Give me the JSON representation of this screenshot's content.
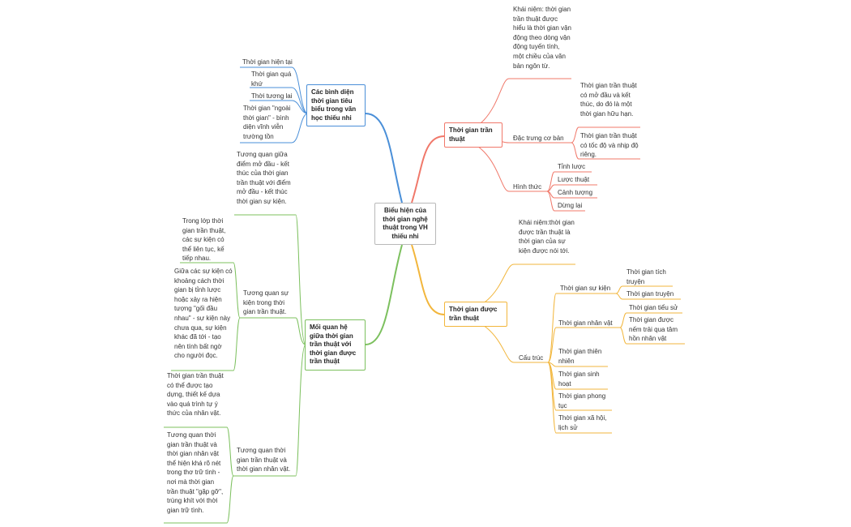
{
  "colors": {
    "red": "#f0786a",
    "blue": "#4a8fd8",
    "green": "#7cc05e",
    "orange": "#f2b63c",
    "center_border": "#b9b9b9"
  },
  "root": "Biểu hiện của thời gian nghệ thuật trong VH thiếu nhi",
  "red": {
    "title": "Thời gian trần thuật",
    "khai_niem": "Khái niệm: thời gian trần thuật được hiểu là thời gian vận động theo dòng vận động tuyến tính, một chiều của văn bản ngôn từ.",
    "dac_trung": "Đặc trưng cơ bản",
    "dac_trung_1": "Thời gian trần thuật có mở đầu và kết thúc, do đó là một thời gian hữu hạn.",
    "dac_trung_2": "Thời gian trần thuật có tốc độ và nhịp độ riêng.",
    "hinh_thuc": "Hình thức",
    "ht_1": "Tỉnh lược",
    "ht_2": "Lược thuật",
    "ht_3": "Cảnh tượng",
    "ht_4": "Dừng lại"
  },
  "orange": {
    "title": "Thời gian được trần thuật",
    "khai_niem": "Khái niệm:thời gian được trần thuật là thời gian của sự kiện được nói tới.",
    "cau_truc": "Cấu trúc",
    "su_kien": "Thời gian sự kiện",
    "su_kien_1": "Thời gian tích truyện",
    "su_kien_2": "Thời gian truyện",
    "nhan_vat": "Thời gian nhân vật",
    "nhan_vat_1": "Thời gian tiểu sử",
    "nhan_vat_2": "Thời gian được nếm trải qua tâm hồn nhân vật",
    "thien_nhien": "Thời gian thiên nhiên",
    "sinh_hoat": "Thời gian sinh hoạt",
    "phong_tuc": "Thời gian phong tục",
    "xa_hoi": "Thời gian xã hội, lịch sử"
  },
  "blue": {
    "title": "Các bình diện thời gian tiêu biểu trong văn học thiếu nhi",
    "item_1": "Thời gian hiện tại",
    "item_2": "Thời gian quá khứ",
    "item_3": "Thời tương lai",
    "item_4": "Thời gian \"ngoài thời gian\" - bình diện vĩnh viễn trường tồn"
  },
  "green": {
    "title": "Mối quan hệ giữa thời gian trần thuật với thời gian được trần thuật",
    "g1": "Tương quan giữa điểm mở đầu - kết thúc của thời gian trần thuật với điểm mở đầu - kết thúc thời gian sự kiện.",
    "g2": "Tương quan sự kiện trong thời gian trần thuật.",
    "g2_1": "Trong lớp thời gian trần thuật, các sự kiện có thể liên tục, kế tiếp nhau.",
    "g2_2": "Giữa các sự kiện có khoảng cách thời gian bị tỉnh lược hoặc xảy ra hiện tượng \"gối đầu nhau\" - sự kiện này chưa qua, sự kiện khác đã tới - tạo nên tính bất ngờ cho người đọc.",
    "g3": "Tương quan thời gian trần thuật và thời gian nhân vật.",
    "g3_1": "Thời gian trần thuật có thể được tạo dựng, thiết kế dựa vào quá trình tự ý thức của nhân vật.",
    "g3_2": "Tương quan thời gian trần thuật và thời gian nhân vật thể hiện khá rõ nét trong thơ trữ tình - nơi mà thời gian trần thuật \"gặp gỡ\", trùng khít với thời gian trữ tình."
  }
}
